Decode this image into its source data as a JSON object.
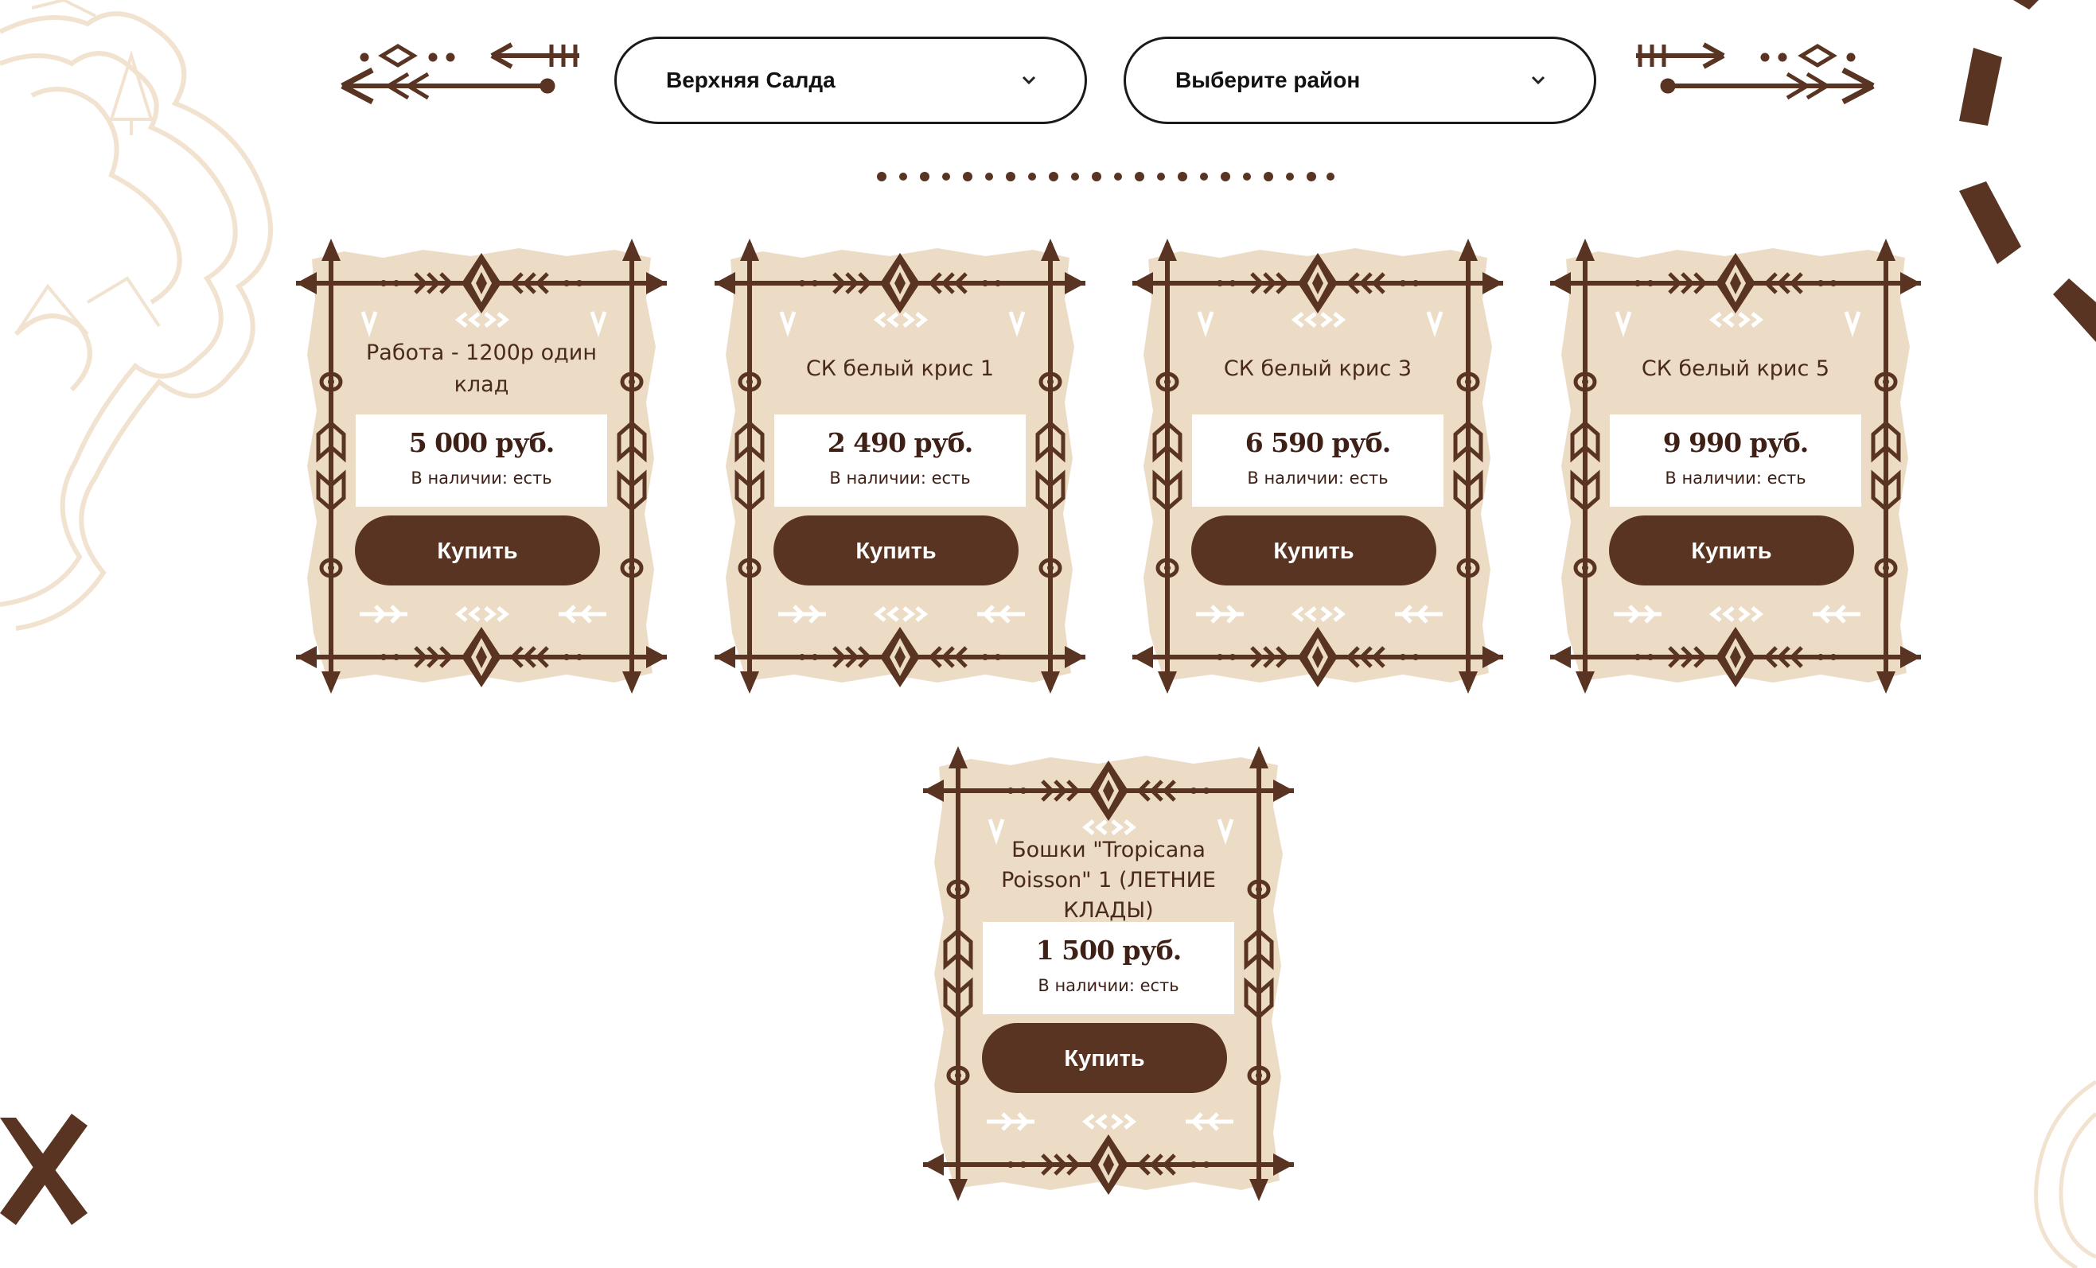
{
  "filters": {
    "city": {
      "value": "Верхняя Салда"
    },
    "district": {
      "value": "Выберите район"
    }
  },
  "products": [
    {
      "title": "Работа - 1200р один клад",
      "price": "5 000 руб.",
      "stock": "В наличии: есть",
      "buy_label": "Купить"
    },
    {
      "title": "СК белый крис 1",
      "price": "2 490 руб.",
      "stock": "В наличии: есть",
      "buy_label": "Купить"
    },
    {
      "title": "СК белый крис 3",
      "price": "6 590 руб.",
      "stock": "В наличии: есть",
      "buy_label": "Купить"
    },
    {
      "title": "СК белый крис 5",
      "price": "9 990 руб.",
      "stock": "В наличии: есть",
      "buy_label": "Купить"
    },
    {
      "title": "Бошки \"Tropicana Poisson\" 1 (ЛЕТНИЕ КЛАДЫ)",
      "price": "1 500 руб.",
      "stock": "В наличии: есть",
      "buy_label": "Купить"
    }
  ],
  "colors": {
    "brown": "#5a3422",
    "beige": "#ecdcc6",
    "deco_light": "#f2e3d0"
  },
  "icons": {
    "dropdown": "chevron-down-icon",
    "ornament": "arrow-ornament-icon"
  }
}
